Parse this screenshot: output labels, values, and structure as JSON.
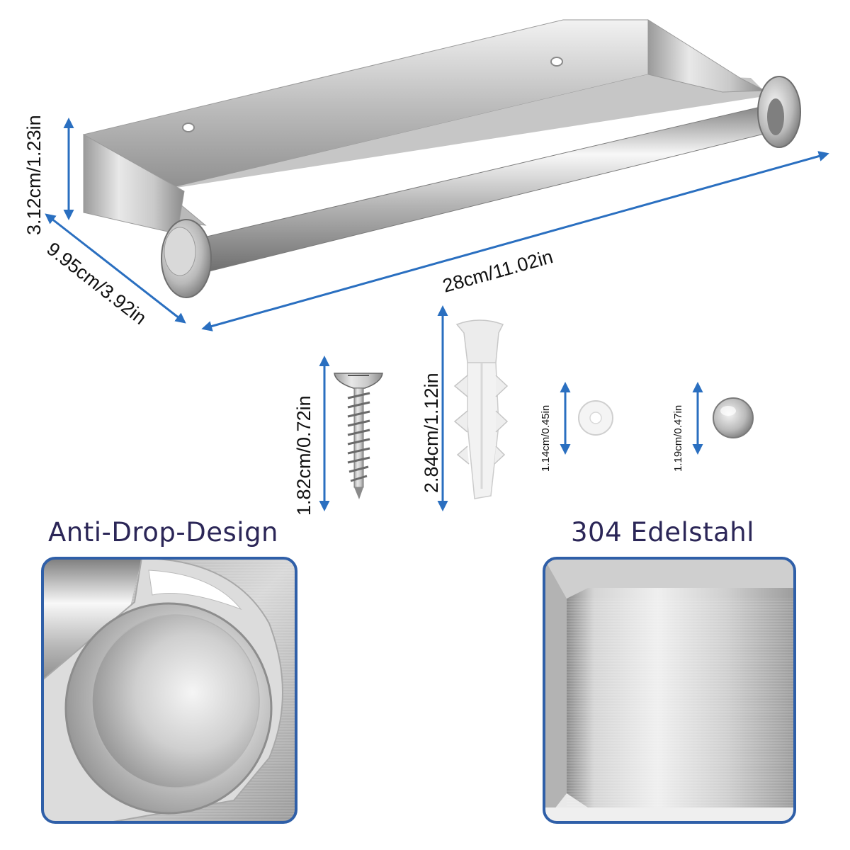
{
  "dimensions": {
    "height": "3.12cm/1.23in",
    "depth": "9.95cm/3.92in",
    "length": "28cm/11.02in",
    "screw": "1.82cm/0.72in",
    "anchor": "2.84cm/1.12in",
    "washer": "1.14cm/0.45in",
    "cap": "1.19cm/0.47in"
  },
  "captions": {
    "left": "Anti-Drop-Design",
    "right": "304 Edelstahl"
  },
  "colors": {
    "arrow": "#2a6fc0",
    "frame_border": "#2f5fa8",
    "caption_text": "#2b2657",
    "steel_light": "#e6e6e6",
    "steel_dark": "#8a8a8a"
  }
}
